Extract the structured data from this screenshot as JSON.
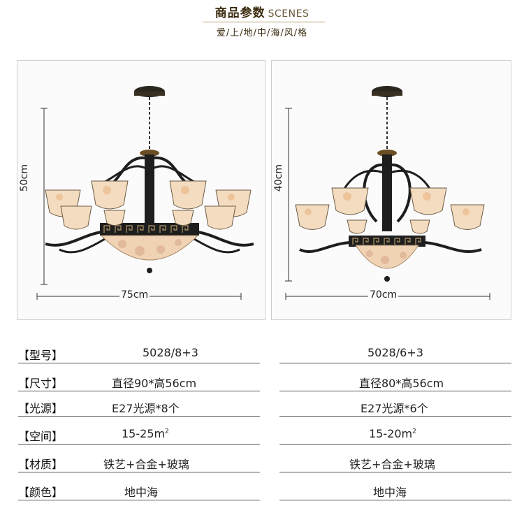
{
  "header": {
    "title_cn": "商品参数",
    "title_en": "SCENES",
    "subtitle": "爱/上/地/中/海/风/格"
  },
  "products": [
    {
      "height_label": "50cm",
      "width_label": "75cm"
    },
    {
      "height_label": "40cm",
      "width_label": "70cm"
    }
  ],
  "specs": [
    {
      "label": "【型号】",
      "left": "5028/8+3",
      "right": "5028/6+3"
    },
    {
      "label": "【尺寸】",
      "left": "直径90*高56cm",
      "right": "直径80*高56cm"
    },
    {
      "label": "【光源】",
      "left": "E27光源*8个",
      "right": "E27光源*6个"
    },
    {
      "label": "【空间】",
      "left": "15-25m",
      "left_sup": "2",
      "right": "15-20m",
      "right_sup": "2"
    },
    {
      "label": "【材质】",
      "left": "铁艺+合金+玻璃",
      "right": "铁艺+合金+玻璃"
    },
    {
      "label": "【颜色】",
      "left": "地中海",
      "right": "地中海"
    }
  ],
  "colors": {
    "accent_brown": "#3a2a0e",
    "gold_line": "#b89a68",
    "metal": "#1e1e1e",
    "shade": "#f3dcc0"
  }
}
